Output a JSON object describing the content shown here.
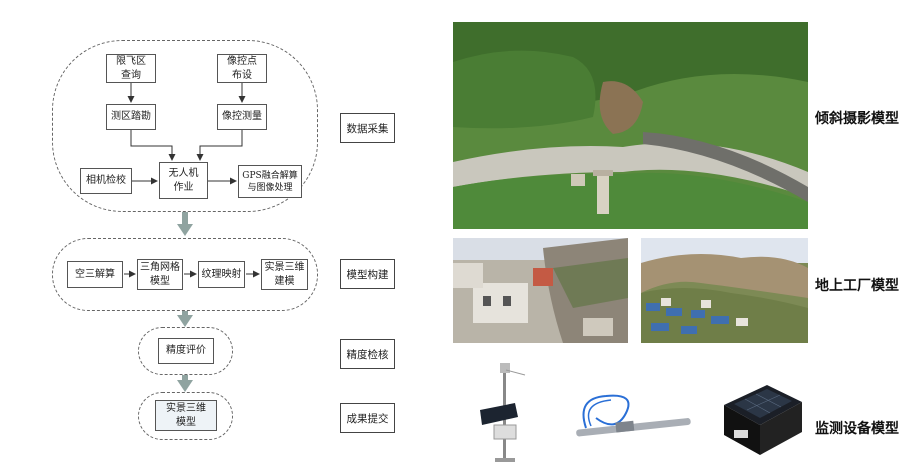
{
  "flow": {
    "group1": {
      "restricted_zone": "限飞区\n查询",
      "control_point_layout": "像控点\n布设",
      "survey_area": "测区踏勘",
      "control_survey": "像控测量",
      "camera_check": "相机检校",
      "uav_operation": "无人机\n作业",
      "gps_processing": "GPS融合解算\n与图像处理"
    },
    "group2": {
      "aerial_triangulation": "空三解算",
      "triangle_mesh": "三角网格\n模型",
      "texture_mapping": "纹理映射",
      "realistic_3d": "实景三维\n建模"
    },
    "group3": {
      "accuracy_eval": "精度评价"
    },
    "group4": {
      "final_model": "实景三维\n模型"
    }
  },
  "stages": [
    "数据采集",
    "模型构建",
    "精度检核",
    "成果提交"
  ],
  "captions": {
    "oblique": "倾斜摄影模型",
    "ground": "地上工厂模型",
    "monitor": "监测设备模型"
  },
  "colors": {
    "arrow": "#8fa3a0",
    "accent_blue": "#2a6fd6"
  }
}
